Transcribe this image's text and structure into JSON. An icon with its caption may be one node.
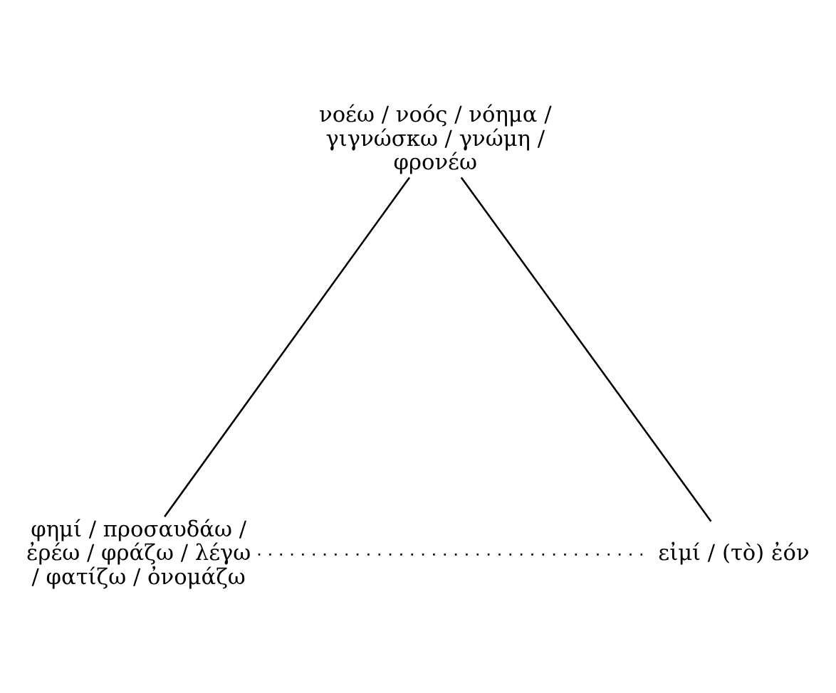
{
  "diagram": {
    "nodes": [
      {
        "text": [
          "νοέω / νοός / νόημα / γιγνώσκω / γνώμη / φρονέω"
        ]
      },
      {
        "text": [
          "φημί / προσαυδάω / ἐρέω / φράζω / λέγω / φατίζω / ὀνομάζω"
        ]
      },
      {
        "text": [
          "εἰμί / (τὸ) ἐόν"
        ]
      }
    ],
    "edges": [
      {
        "from": 0,
        "to": 1,
        "arrow": "none"
      },
      {
        "from": 0,
        "to": 2,
        "arrow": "none"
      },
      {
        "from": 1,
        "to": 2,
        "arrow": "none",
        "style": "dashed"
      }
    ]
  }
}
